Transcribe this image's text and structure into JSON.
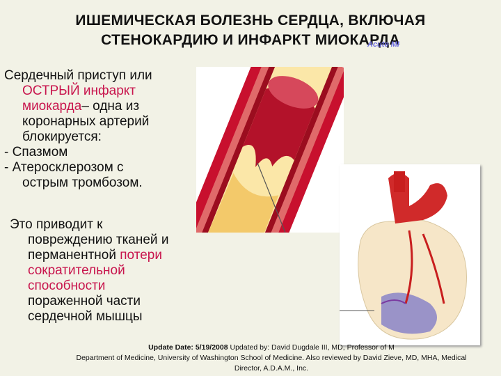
{
  "title": {
    "line1": "ИШЕМИЧЕСКАЯ БОЛЕЗНЬ СЕРДЦА, ВКЛЮЧАЯ",
    "line2": "СТЕНОКАРДИЮ И ИНФАРКТ МИОКАРДА",
    "overlay": "Acute MI"
  },
  "block1": {
    "l1": "Сердечный приступ или",
    "l2_red": "ОСТРЫЙ инфаркт",
    "l3_red": "миокарда",
    "l3_rest": "– одна из",
    "l4": "коронарных артерий",
    "l5": "блокируется:",
    "l6": "- Спазмом",
    "l7": "- Атеросклерозом с",
    "l8": "острым тромбозом."
  },
  "block2": {
    "l1": "Это приводит к",
    "l2": "повреждению тканей и",
    "l3a": "перманентной",
    "l3b_red": "потери",
    "l4_red": "сократительной",
    "l5_red": "способности",
    "l6": "пораженной части",
    "l7": "сердечной мышцы"
  },
  "caption": {
    "label": "Update Date:",
    "date": "5/19/2008",
    "line1_rest": "Updated by: David Dugdale III, MD, Professor of M",
    "line2": "Department of Medicine, University of Washington School of Medicine. Also reviewed by David Zieve, MD, MHA, Medical",
    "line3": "Director, A.D.A.M., Inc."
  }
}
